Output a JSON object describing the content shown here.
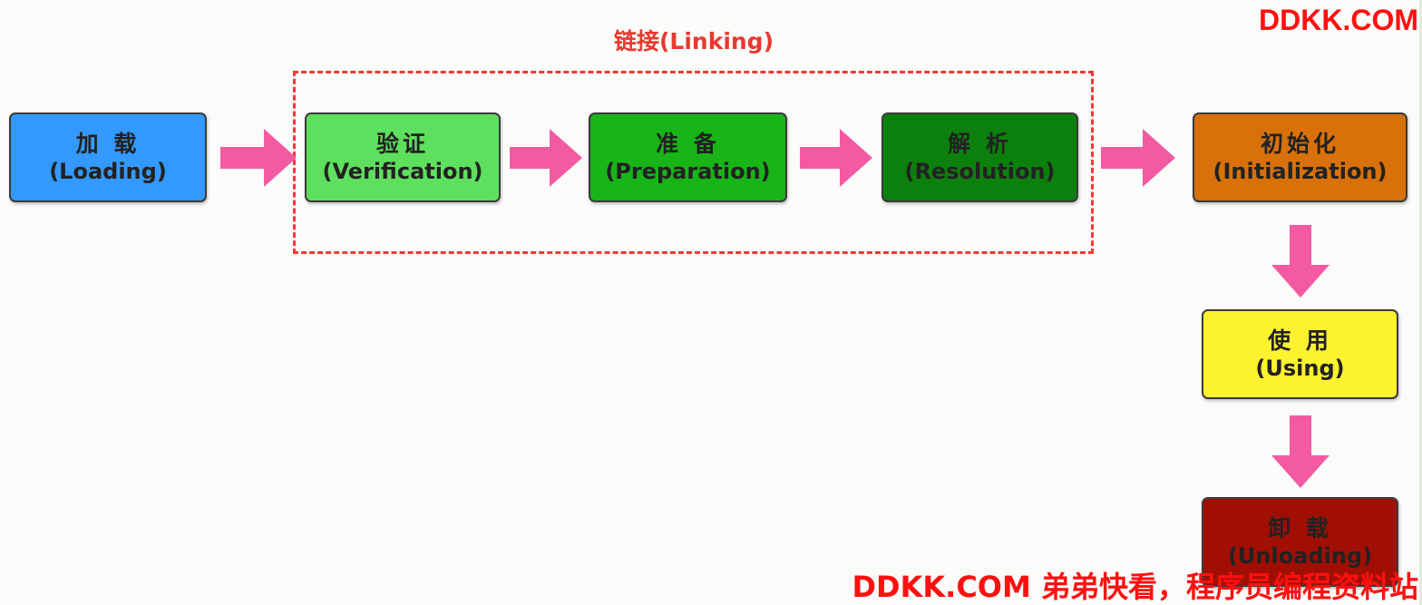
{
  "group": {
    "label": "链接(Linking)",
    "border_color": "#ee3b35"
  },
  "stages": {
    "loading": {
      "zh": "加 载",
      "en": "(Loading)",
      "color": "#3399ff"
    },
    "verification": {
      "zh": "验证",
      "en": "(Verification)",
      "color": "#5ee05e"
    },
    "preparation": {
      "zh": "准 备",
      "en": "(Preparation)",
      "color": "#18b418"
    },
    "resolution": {
      "zh": "解 析",
      "en": "(Resolution)",
      "color": "#0c800c"
    },
    "initialization": {
      "zh": "初始化",
      "en": "(Initialization)",
      "color": "#d9710a"
    },
    "using": {
      "zh": "使 用",
      "en": "(Using)",
      "color": "#fdf22e"
    },
    "unloading": {
      "zh": "卸 载",
      "en": "(Unloading)",
      "color": "#a10f04"
    }
  },
  "arrow_color": "#f45aa2",
  "watermark": {
    "top": "DDKK.COM",
    "bottom": "DDKK.COM 弟弟快看，程序员编程资料站",
    "color": "#ff1010"
  }
}
